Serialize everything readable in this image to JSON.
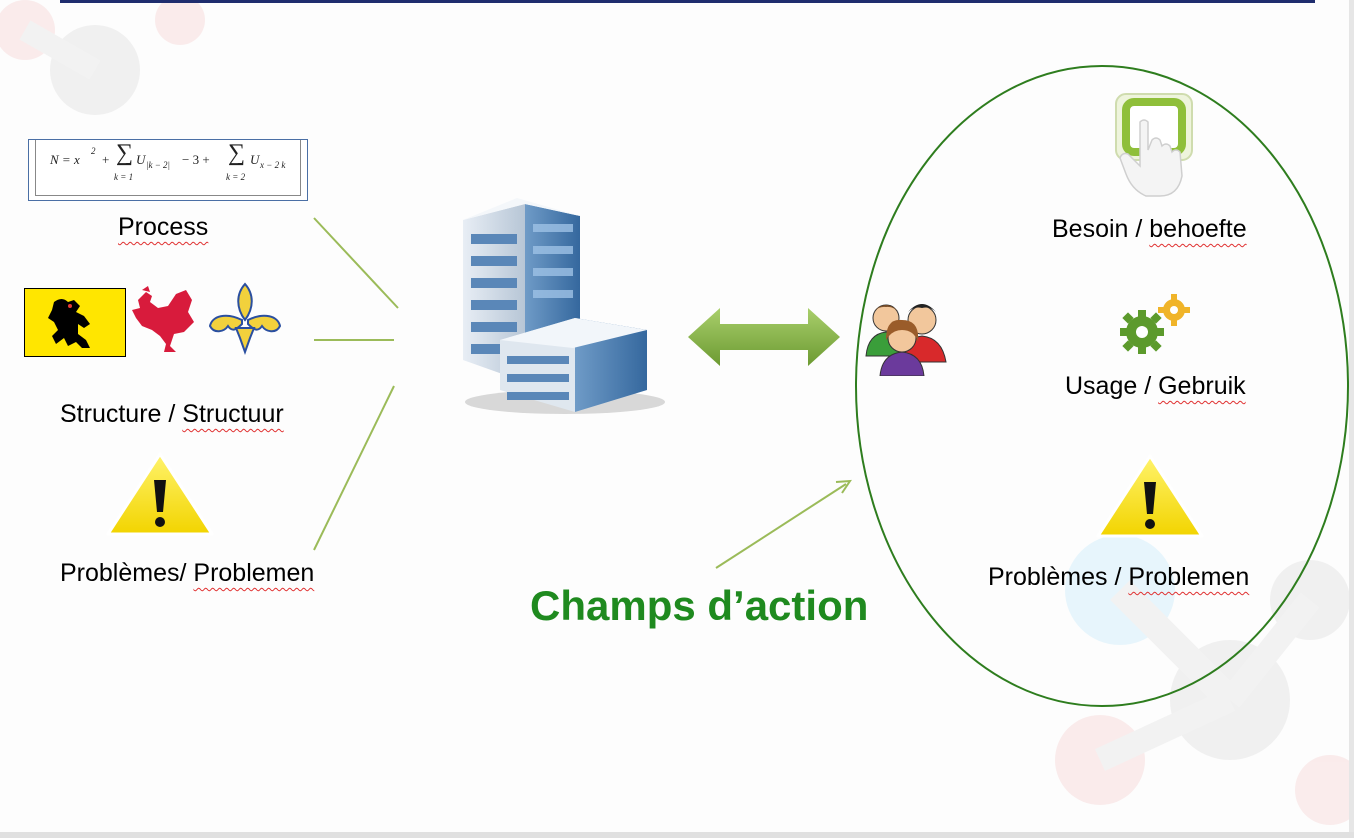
{
  "left_column": {
    "formula": {
      "lhs": "N = x",
      "sup2": "2",
      "plus1": "+",
      "sum1_top": "",
      "sum1_bottom": "k = 1",
      "term1": "U",
      "term1_sub": "|k − 2|",
      "minus3": "− 3 +",
      "sum2_bottom": "k = 2",
      "term2": "U",
      "term2_sub": "x − 2 k"
    },
    "process_label": "Process",
    "structure_label_a": "Structure / ",
    "structure_label_b": "Structuur",
    "problems_label_a": "Problèmes/ ",
    "problems_label_b": "Problemen"
  },
  "center": {
    "champs_label": "Champs d’action"
  },
  "right_column": {
    "besoin_label_a": "Besoin / ",
    "besoin_label_b": "behoefte",
    "usage_label_a": "Usage / ",
    "usage_label_b": "Gebruik",
    "problems_label_a": "Problèmes / ",
    "problems_label_b": "Problemen"
  },
  "colors": {
    "green_text": "#1f8a1f",
    "connector_line": "#9bbb59",
    "ellipse_border": "#2e7d1e",
    "arrow_green": "#7aa83a",
    "warning_yellow": "#f7e41a",
    "top_rule": "#1f2d6e"
  },
  "icons": [
    "formula-image",
    "flanders-flag-icon",
    "walloon-rooster-icon",
    "brussels-iris-icon",
    "warning-icon",
    "office-building-icon",
    "double-arrow-icon",
    "users-group-icon",
    "touch-button-icon",
    "gears-icon",
    "warning-icon-right"
  ]
}
